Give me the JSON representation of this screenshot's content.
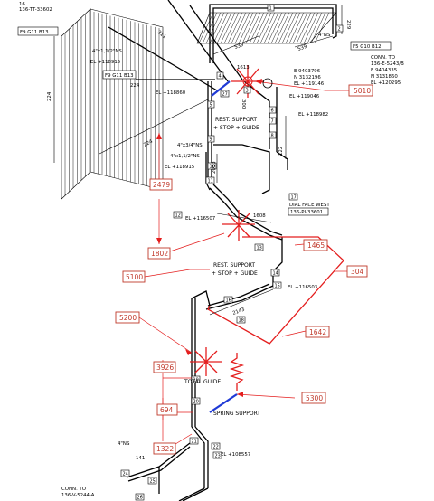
{
  "colors": {
    "callout": "#c0392b",
    "markup": "#e41e1e",
    "highlight": "#1f3ad6",
    "ink": "#000000"
  },
  "labels": {
    "ref_top": "16\n136-TT-33602",
    "fg_top": "F9 G11 B13",
    "fg_mid": "F9 G11 B13",
    "fg_right": "F5 G10 B12",
    "size_411": "4\"x1,1/2\"NS",
    "size_4ns": "4\"NS",
    "size_4ns_b": "4\"NS",
    "el_118915": "EL +118915",
    "el_118860": "EL +118860",
    "el_118915_b": "EL +118915",
    "el_116507": "EL +116507",
    "el_116503": "EL +116503",
    "el_119146": "EL +119146",
    "el_119046": "EL +119046",
    "el_118982": "EL +118982",
    "el_120295": "EL +120295",
    "el_108557": "EL +108557",
    "conn_top": "CONN. TO",
    "conn_top_ref": "136-E-5243/B",
    "e_right": "E 9404335",
    "n_right": "N 3131860",
    "e_coord": "E 9403796",
    "n_coord": "N 3132196",
    "size_434": "4\"x3/4\"NS",
    "size_4112": "4\"x1,1/2\"NS",
    "dial_face": "DIAL FACE WEST",
    "dial_ref": "136-PI-33601",
    "conn_bot": "CONN. TO",
    "conn_bot_ref": "136-V-5244-A",
    "rest_1": "REST. SUPPORT",
    "stop_1": "+ STOP + GUIDE",
    "rest_2": "REST. SUPPORT",
    "stop_2": "+ STOP + GUIDE",
    "total_guide": "TOTAL GUIDE",
    "spring_support": "SPRING SUPPORT",
    "d_224a": "224",
    "d_224b": "224",
    "d_224c": "224",
    "d_539a": "539",
    "d_539b": "539",
    "d_311": "311",
    "d_229": "229",
    "d_1613": "1613",
    "d_300": "300",
    "d_122": "122",
    "d_2053": "2053",
    "d_1608": "1608",
    "d_2143": "2143",
    "d_141": "141",
    "n1": "1",
    "n2": "2",
    "n3": "3",
    "n4": "4",
    "n5": "5",
    "n6": "6",
    "n7": "7",
    "n8": "8",
    "n9": "9",
    "n10": "10",
    "n11": "11",
    "n12": "12",
    "n13": "13",
    "n14": "14",
    "n15": "15",
    "n16": "16",
    "n17": "17",
    "n18": "18",
    "n19": "19",
    "n20": "20",
    "n21": "21",
    "n22": "22",
    "n23": "23",
    "n24": "24",
    "n25": "25",
    "n26": "26",
    "n27": "27"
  },
  "callouts": {
    "c5010": "5010",
    "c2479": "2479",
    "c1802": "1802",
    "c5100": "5100",
    "c1465": "1465",
    "c304": "304",
    "c1642": "1642",
    "c5200": "5200",
    "c3926": "3926",
    "c5300": "5300",
    "c694": "694",
    "c1322": "1322"
  }
}
